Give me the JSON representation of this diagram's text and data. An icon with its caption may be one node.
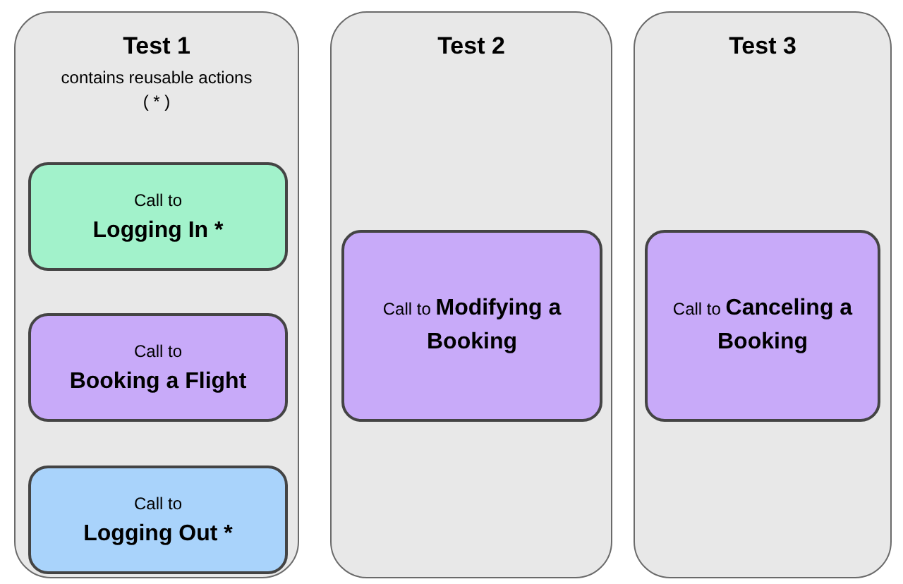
{
  "diagram": {
    "nodes": [
      {
        "text": [
          "Test 1",
          "contains reusable actions ( * )"
        ]
      },
      {
        "text": [
          "Call to",
          "Logging In *"
        ],
        "in": 0
      },
      {
        "text": [
          "Call to",
          "Booking a Flight"
        ],
        "in": 0
      },
      {
        "text": [
          "Call to",
          "Logging Out *"
        ],
        "in": 0
      },
      {
        "text": [
          "Test 2"
        ]
      },
      {
        "text": [
          "Call to",
          "Modifying a Booking"
        ],
        "in": 4
      },
      {
        "text": [
          "Test 3"
        ]
      },
      {
        "text": [
          "Call to",
          "Canceling a Booking"
        ],
        "in": 6
      }
    ]
  }
}
